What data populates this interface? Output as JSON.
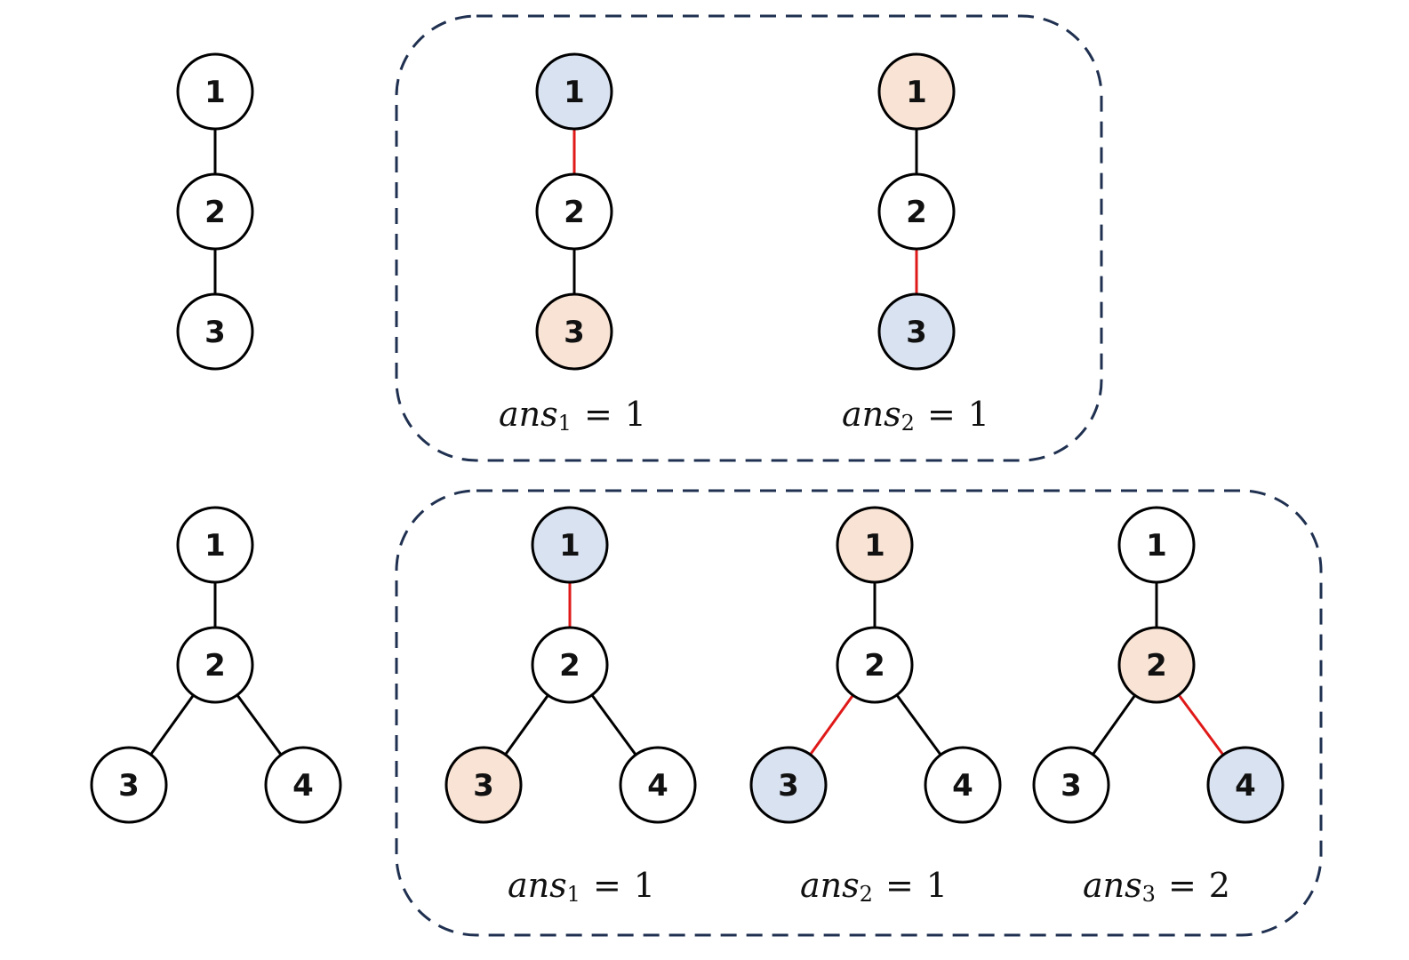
{
  "colors": {
    "default_fill": "#ffffff",
    "blue_fill": "#d9e2f0",
    "orange_fill": "#f8e3d4",
    "normal_edge": "#000000",
    "red_edge": "#e01919",
    "frame": "#1f3050"
  },
  "trees": [
    {
      "id": "path3-base",
      "nodes": [
        {
          "label": "1",
          "fill": "default"
        },
        {
          "label": "2",
          "fill": "default"
        },
        {
          "label": "3",
          "fill": "default"
        }
      ],
      "edges": [
        {
          "from": "1",
          "to": "2",
          "style": "normal"
        },
        {
          "from": "2",
          "to": "3",
          "style": "normal"
        }
      ]
    },
    {
      "id": "path3-case1",
      "nodes": [
        {
          "label": "1",
          "fill": "blue"
        },
        {
          "label": "2",
          "fill": "default"
        },
        {
          "label": "3",
          "fill": "orange"
        }
      ],
      "edges": [
        {
          "from": "1",
          "to": "2",
          "style": "red"
        },
        {
          "from": "2",
          "to": "3",
          "style": "normal"
        }
      ]
    },
    {
      "id": "path3-case2",
      "nodes": [
        {
          "label": "1",
          "fill": "orange"
        },
        {
          "label": "2",
          "fill": "default"
        },
        {
          "label": "3",
          "fill": "blue"
        }
      ],
      "edges": [
        {
          "from": "1",
          "to": "2",
          "style": "normal"
        },
        {
          "from": "2",
          "to": "3",
          "style": "red"
        }
      ]
    },
    {
      "id": "star4-base",
      "nodes": [
        {
          "label": "1",
          "fill": "default"
        },
        {
          "label": "2",
          "fill": "default"
        },
        {
          "label": "3",
          "fill": "default"
        },
        {
          "label": "4",
          "fill": "default"
        }
      ],
      "edges": [
        {
          "from": "1",
          "to": "2",
          "style": "normal"
        },
        {
          "from": "2",
          "to": "3",
          "style": "normal"
        },
        {
          "from": "2",
          "to": "4",
          "style": "normal"
        }
      ]
    },
    {
      "id": "star4-case1",
      "nodes": [
        {
          "label": "1",
          "fill": "blue"
        },
        {
          "label": "2",
          "fill": "default"
        },
        {
          "label": "3",
          "fill": "orange"
        },
        {
          "label": "4",
          "fill": "default"
        }
      ],
      "edges": [
        {
          "from": "1",
          "to": "2",
          "style": "red"
        },
        {
          "from": "2",
          "to": "3",
          "style": "normal"
        },
        {
          "from": "2",
          "to": "4",
          "style": "normal"
        }
      ]
    },
    {
      "id": "star4-case2",
      "nodes": [
        {
          "label": "1",
          "fill": "orange"
        },
        {
          "label": "2",
          "fill": "default"
        },
        {
          "label": "3",
          "fill": "blue"
        },
        {
          "label": "4",
          "fill": "default"
        }
      ],
      "edges": [
        {
          "from": "1",
          "to": "2",
          "style": "normal"
        },
        {
          "from": "2",
          "to": "3",
          "style": "red"
        },
        {
          "from": "2",
          "to": "4",
          "style": "normal"
        }
      ]
    },
    {
      "id": "star4-case3",
      "nodes": [
        {
          "label": "1",
          "fill": "default"
        },
        {
          "label": "2",
          "fill": "orange"
        },
        {
          "label": "3",
          "fill": "default"
        },
        {
          "label": "4",
          "fill": "blue"
        }
      ],
      "edges": [
        {
          "from": "1",
          "to": "2",
          "style": "normal"
        },
        {
          "from": "2",
          "to": "3",
          "style": "normal"
        },
        {
          "from": "2",
          "to": "4",
          "style": "red"
        }
      ]
    }
  ],
  "answers": [
    {
      "name": "ans",
      "sub": "1",
      "eq": "=",
      "value": "1"
    },
    {
      "name": "ans",
      "sub": "2",
      "eq": "=",
      "value": "1"
    },
    {
      "name": "ans",
      "sub": "1",
      "eq": "=",
      "value": "1"
    },
    {
      "name": "ans",
      "sub": "2",
      "eq": "=",
      "value": "1"
    },
    {
      "name": "ans",
      "sub": "3",
      "eq": "=",
      "value": "2"
    }
  ]
}
